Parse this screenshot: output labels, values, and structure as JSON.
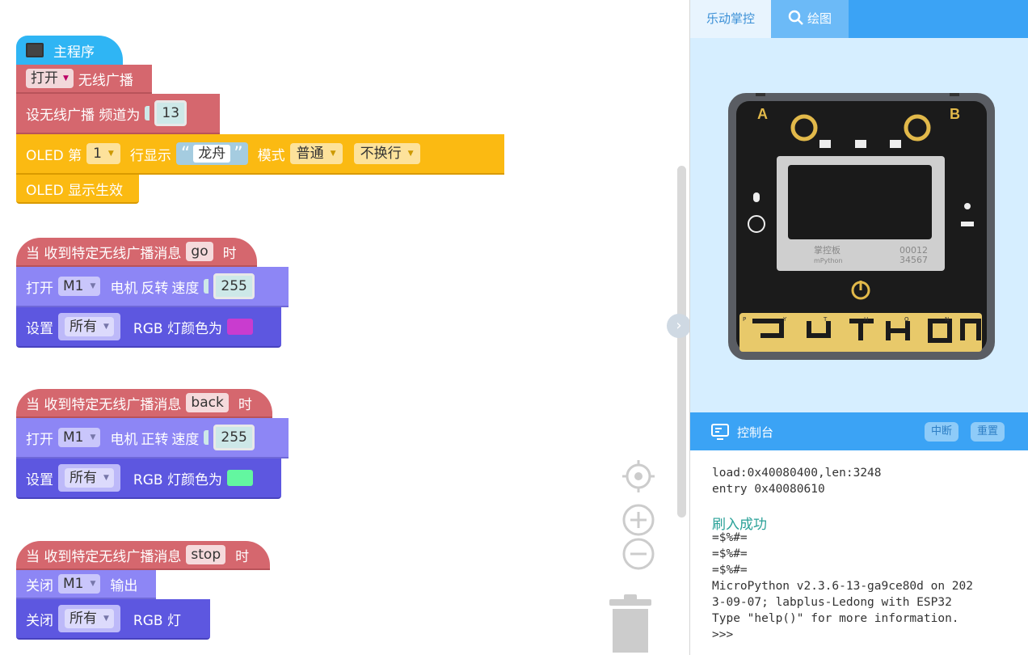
{
  "workspace": {
    "main_hat": "主程序",
    "radio_toggle": {
      "option": "打开",
      "label": "无线广播"
    },
    "radio_channel": {
      "label": "设无线广播 频道为",
      "value": "13"
    },
    "oled_show": {
      "prefix": "OLED 第",
      "line": "1",
      "mid": "行显示",
      "text": "龙舟",
      "mode_label": "模式",
      "mode": "普通",
      "wrap": "不换行"
    },
    "oled_apply": "OLED 显示生效",
    "handlers": [
      {
        "prefix": "当 收到特定无线广播消息",
        "message": "go",
        "suffix": "时",
        "motor": {
          "action": "打开",
          "port": "M1",
          "label": "电机",
          "dir": "反转",
          "speed_label": "速度",
          "speed": "255"
        },
        "rgb": {
          "label": "设置",
          "which": "所有",
          "suffix": "RGB 灯颜色为",
          "color": "#c93ccf"
        }
      },
      {
        "prefix": "当 收到特定无线广播消息",
        "message": "back",
        "suffix": "时",
        "motor": {
          "action": "打开",
          "port": "M1",
          "label": "电机",
          "dir": "正转",
          "speed_label": "速度",
          "speed": "255"
        },
        "rgb": {
          "label": "设置",
          "which": "所有",
          "suffix": "RGB 灯颜色为",
          "color": "#63f7a0"
        }
      },
      {
        "prefix": "当 收到特定无线广播消息",
        "message": "stop",
        "suffix": "时",
        "motor_off": {
          "action": "关闭",
          "port": "M1",
          "label": "输出"
        },
        "rgb_off": {
          "action": "关闭",
          "which": "所有",
          "label": "RGB 灯"
        }
      }
    ]
  },
  "tabs": {
    "handpy": "乐动掌控",
    "draw": "绘图"
  },
  "device": {
    "button_a": "A",
    "button_b": "B",
    "brand": "掌控板",
    "brand_sub": "mPython",
    "serial_1": "00012",
    "serial_2": "34567",
    "pins": [
      "P",
      "Y",
      "T",
      "H",
      "O",
      "N"
    ]
  },
  "console": {
    "title": "控制台",
    "interrupt": "中断",
    "reset": "重置",
    "lines": [
      "load:0x40080400,len:3248",
      "entry 0x40080610",
      "刷入成功",
      "=$%#=",
      "=$%#=",
      "=$%#=",
      "MicroPython v2.3.6-13-ga9ce80d on 202",
      "3-09-07; labplus-Ledong with ESP32",
      "Type \"help()\" for more information.",
      ">>>"
    ]
  },
  "colors": {
    "accent": "#3ba3f5",
    "success": "#2aa198"
  }
}
